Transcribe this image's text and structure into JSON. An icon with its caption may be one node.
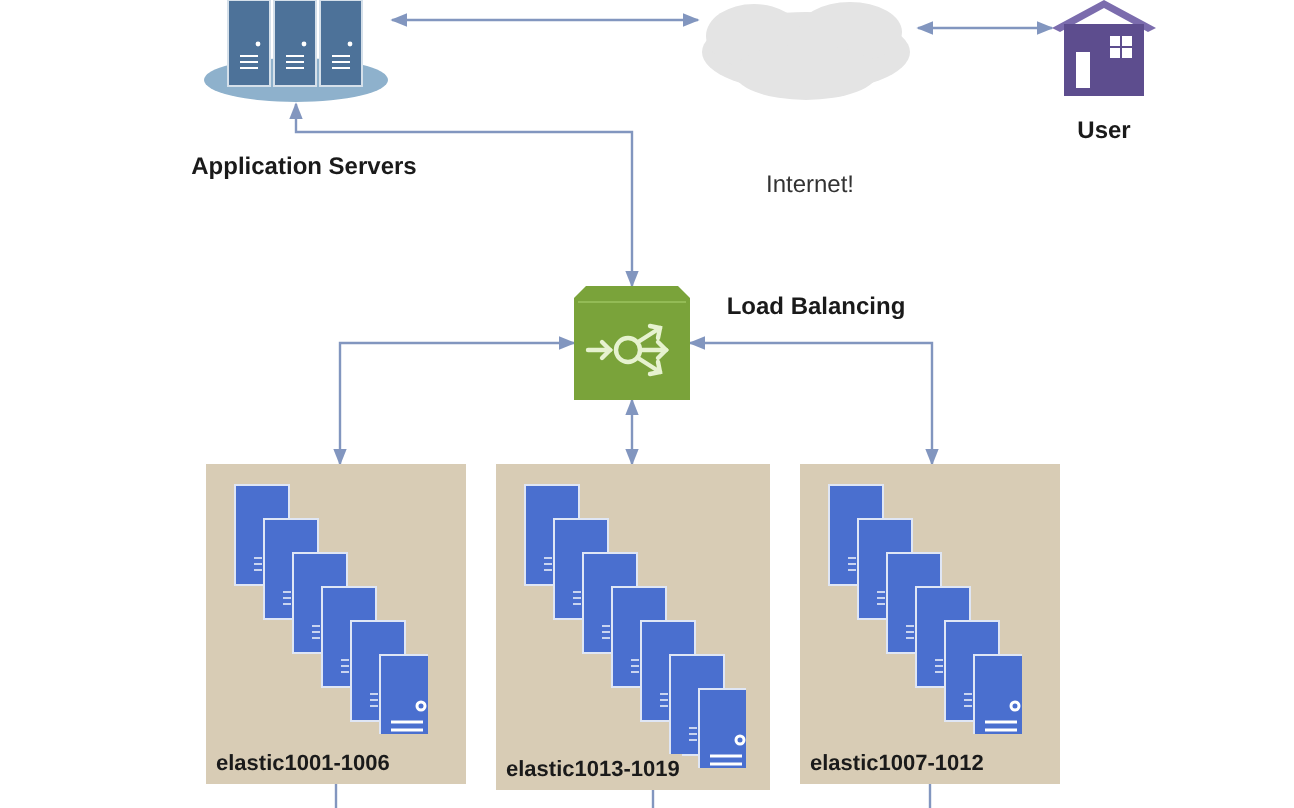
{
  "diagram": {
    "nodes": [
      {
        "text": [],
        "shape": "picture",
        "beside": [
          "Application Servers"
        ]
      },
      {
        "text": [],
        "shape": "cloud",
        "beside": [
          "Internet!"
        ]
      },
      {
        "text": [],
        "shape": "picture",
        "beside": [
          "User"
        ]
      },
      {
        "text": [],
        "shape": "box",
        "beside": [
          "Load Balancing"
        ]
      },
      {
        "text": [
          "elastic1001-1006"
        ]
      },
      {
        "text": [
          "elastic1013-1019"
        ]
      },
      {
        "text": [
          "elastic1007-1012"
        ]
      }
    ],
    "edges": [
      {
        "from": 0,
        "to": 1,
        "arrow": "both"
      },
      {
        "from": 1,
        "to": 2,
        "arrow": "both"
      },
      {
        "from": 3,
        "to": 0,
        "arrow": "both"
      },
      {
        "from": 3,
        "to": 4,
        "arrow": "both"
      },
      {
        "from": 3,
        "to": 5,
        "arrow": "both"
      },
      {
        "from": 3,
        "to": 6,
        "arrow": "both"
      },
      {
        "from": 4,
        "to": null,
        "arrow": "none"
      },
      {
        "from": 5,
        "to": null,
        "arrow": "none"
      },
      {
        "from": 6,
        "to": null,
        "arrow": "none"
      }
    ]
  }
}
